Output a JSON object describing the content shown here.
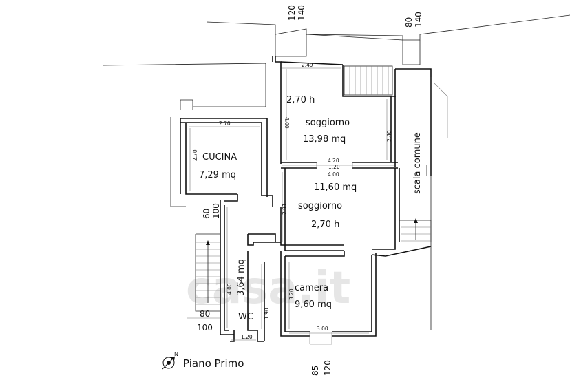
{
  "rooms": {
    "soggiorno_top": {
      "height": "2,70 h",
      "name": "soggiorno",
      "area": "13,98 mq"
    },
    "cucina": {
      "name": "CUCINA",
      "area": "7,29 mq"
    },
    "soggiorno_mid": {
      "area": "11,60 mq",
      "name": "soggiorno",
      "height": "2,70 h"
    },
    "wc_corridor": {
      "area": "3,64 mq",
      "name": "WC"
    },
    "camera": {
      "name": "camera",
      "area": "9,60 mq"
    },
    "stair": {
      "label": "scala comune"
    }
  },
  "dimensions": {
    "top_ext_left_a": "120",
    "top_ext_left_b": "140",
    "top_ext_right_a": "80",
    "top_ext_right_b": "140",
    "soggiorno_width": "2.49",
    "soggiorno_depth": "4.00",
    "soggiorno_step": "2.40",
    "opening_a": "4.20",
    "opening_b": "1.20",
    "opening_c": "4.00",
    "cucina_width": "2.70",
    "cucina_depth": "2.70",
    "left_ext_a": "60",
    "left_ext_b": "100",
    "mid_depth": "2.91",
    "wc_depth": "4.00",
    "wc_height": "1.90",
    "wc_width": "1.20",
    "camera_depth": "3.20",
    "camera_width": "3.00",
    "bottom_left_a": "80",
    "bottom_left_b": "100",
    "bottom_ext_a": "85",
    "bottom_ext_b": "120"
  },
  "footer": {
    "title": "Piano Primo"
  },
  "icons": {
    "north": "compass-north-icon"
  },
  "watermark": "casa.it"
}
